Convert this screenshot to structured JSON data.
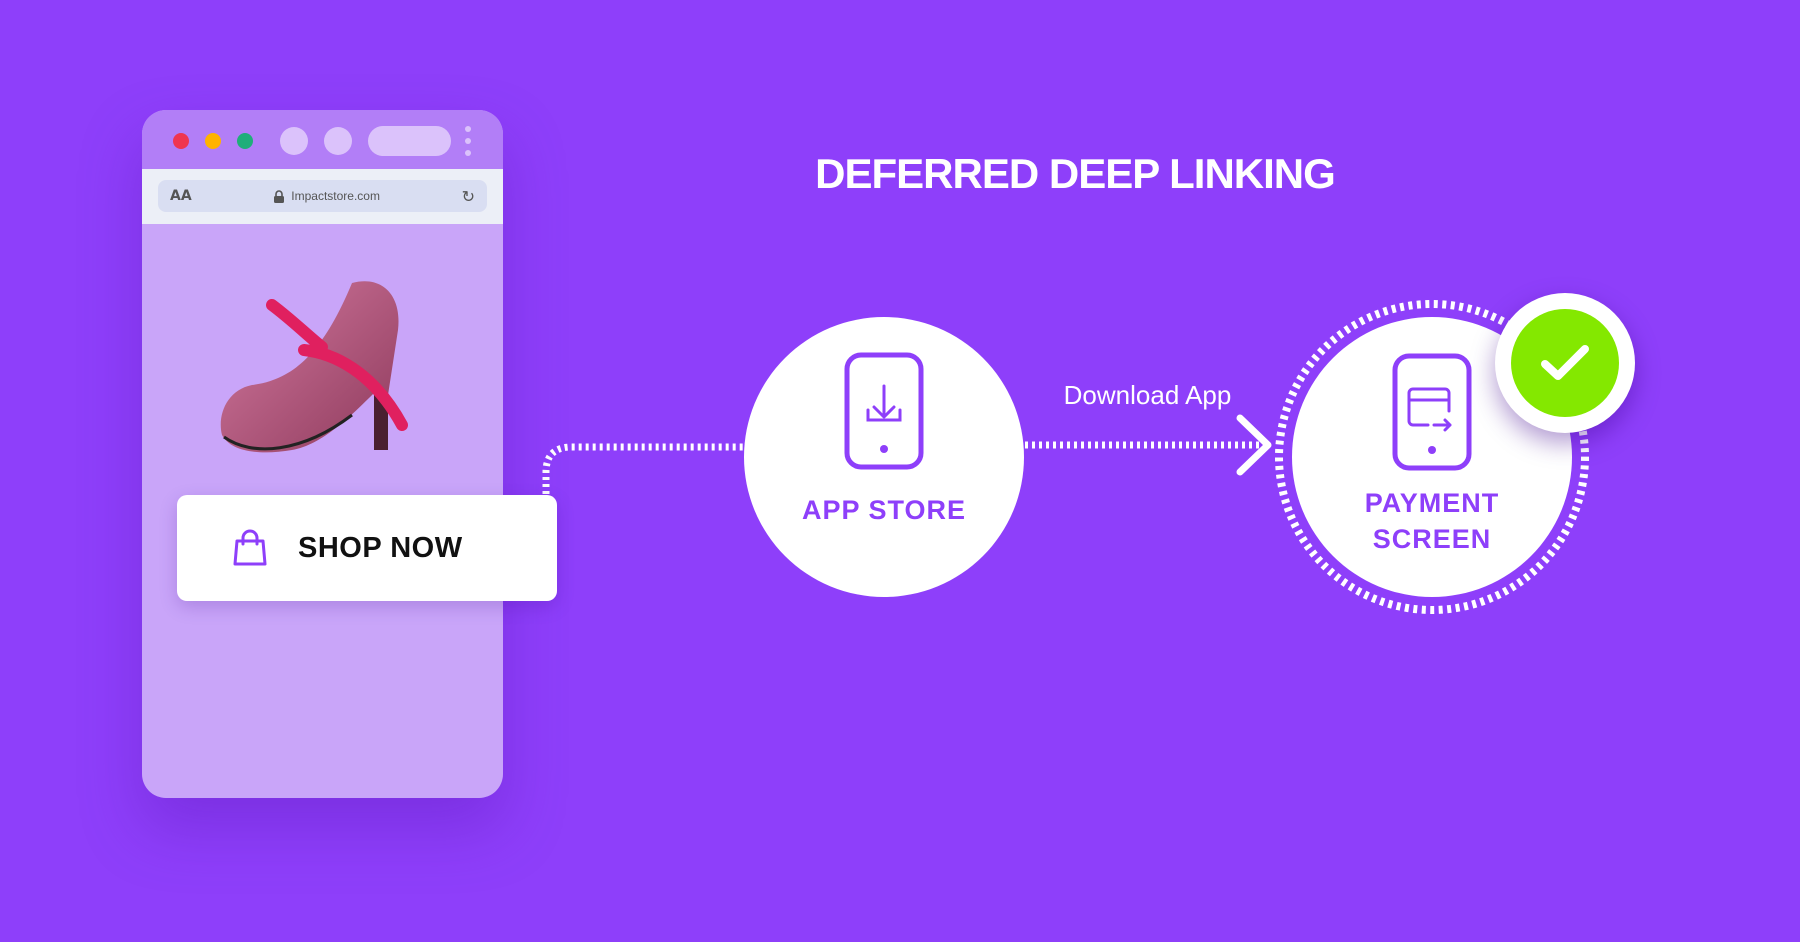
{
  "browser": {
    "text_size_label": "AA",
    "url": "Impactstore.com",
    "shop_button_label": "SHOP NOW"
  },
  "diagram": {
    "title": "DEFERRED DEEP LINKING",
    "step_app_store": "APP STORE",
    "connector_label": "Download App",
    "step_payment_line1": "PAYMENT",
    "step_payment_line2": "SCREEN"
  },
  "colors": {
    "background": "#8e3ffa",
    "success": "#84e800",
    "traffic_red": "#ef3550",
    "traffic_yellow": "#ffb300",
    "traffic_green": "#1fae7a"
  }
}
